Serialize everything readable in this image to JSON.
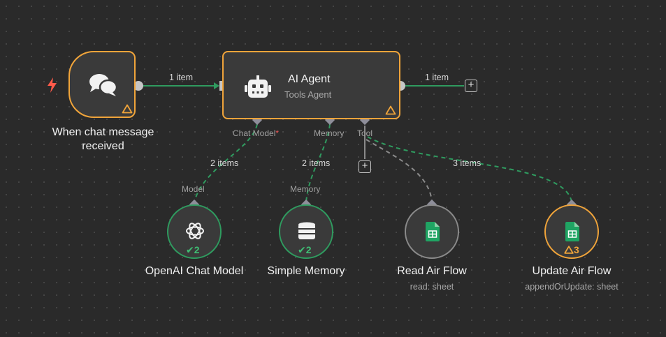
{
  "colors": {
    "node_warning_border": "#f0a43a",
    "node_success_border": "#2f9b5f",
    "node_neutral_border": "#8a8a8a",
    "success_connection": "#2f9b5f",
    "required_marker": "#f05a5a",
    "trigger_icon": "#ff5a4a",
    "sheets_green": "#1fa463"
  },
  "nodes": {
    "trigger": {
      "title_line1": "When chat message",
      "title_line2": "received",
      "icon": "chat-bubbles-icon",
      "status": "warning"
    },
    "agent": {
      "title": "AI Agent",
      "subtitle": "Tools Agent",
      "icon": "robot-icon",
      "status": "warning",
      "handles": {
        "chat_model": "Chat Model",
        "chat_model_required": "*",
        "memory": "Memory",
        "tool": "Tool"
      }
    },
    "openai": {
      "title": "OpenAI Chat Model",
      "icon": "openai-icon",
      "input_label": "Model",
      "badge": "2",
      "status": "success"
    },
    "memory": {
      "title": "Simple Memory",
      "icon": "database-icon",
      "input_label": "Memory",
      "badge": "2",
      "status": "success"
    },
    "read": {
      "title": "Read Air Flow",
      "subtitle": "read: sheet",
      "icon": "google-sheets-icon",
      "status": "idle"
    },
    "update": {
      "title": "Update Air Flow",
      "subtitle": "appendOrUpdate: sheet",
      "icon": "google-sheets-icon",
      "badge": "3",
      "status": "warning"
    }
  },
  "edges": {
    "trigger_to_agent": "1 item",
    "agent_output": "1 item",
    "model": "2 items",
    "memory": "2 items",
    "tool_update": "3 items"
  },
  "add_button_symbol": "+"
}
